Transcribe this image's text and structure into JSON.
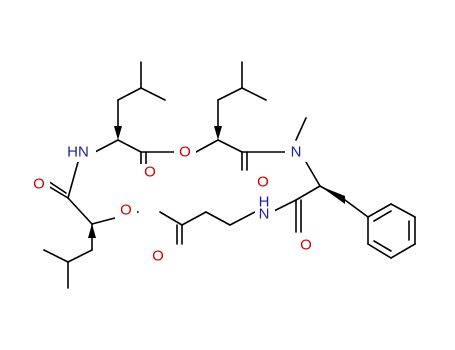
{
  "atoms": {
    "n_left": {
      "text": "HN",
      "color": "#1f1f9e"
    },
    "n_right_top": {
      "text": "N",
      "color": "#1f1f9e"
    },
    "n_middle": {
      "text": "H\nN",
      "color": "#1f1f9e"
    },
    "o_top_center": {
      "text": "O",
      "color": "#cc0000"
    },
    "o_ester_left": {
      "text": "O",
      "color": "#cc0000"
    },
    "o_carbonyl_left": {
      "text": "O",
      "color": "#cc0000"
    },
    "o_carbonyl_mid1": {
      "text": "O",
      "color": "#cc0000"
    },
    "o_carbonyl_mid2": {
      "text": "O",
      "color": "#cc0000"
    },
    "o_carbonyl_right1": {
      "text": "O",
      "color": "#cc0000"
    },
    "o_carbonyl_right2": {
      "text": "O",
      "color": "#cc0000"
    }
  }
}
